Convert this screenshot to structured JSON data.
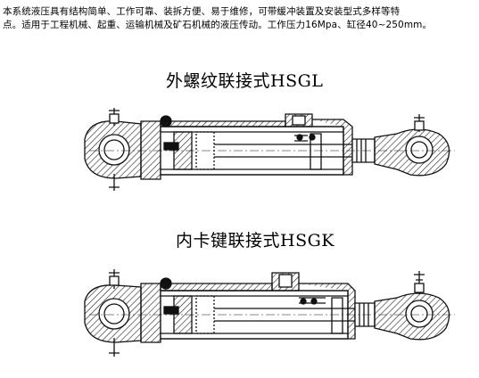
{
  "intro": {
    "line1": "    本系统液压具有结构简单、工作可靠、装拆方便、易于维修，可带缓冲装置及安装型式多样等特",
    "line2": "点。适用于工程机械、起重、运输机械及矿石机械的液压传动。工作压力16Mpa、缸径40~250mm。"
  },
  "figures": [
    {
      "title": "外螺纹联接式HSGL"
    },
    {
      "title": "内卡键联接式HSGK"
    }
  ]
}
